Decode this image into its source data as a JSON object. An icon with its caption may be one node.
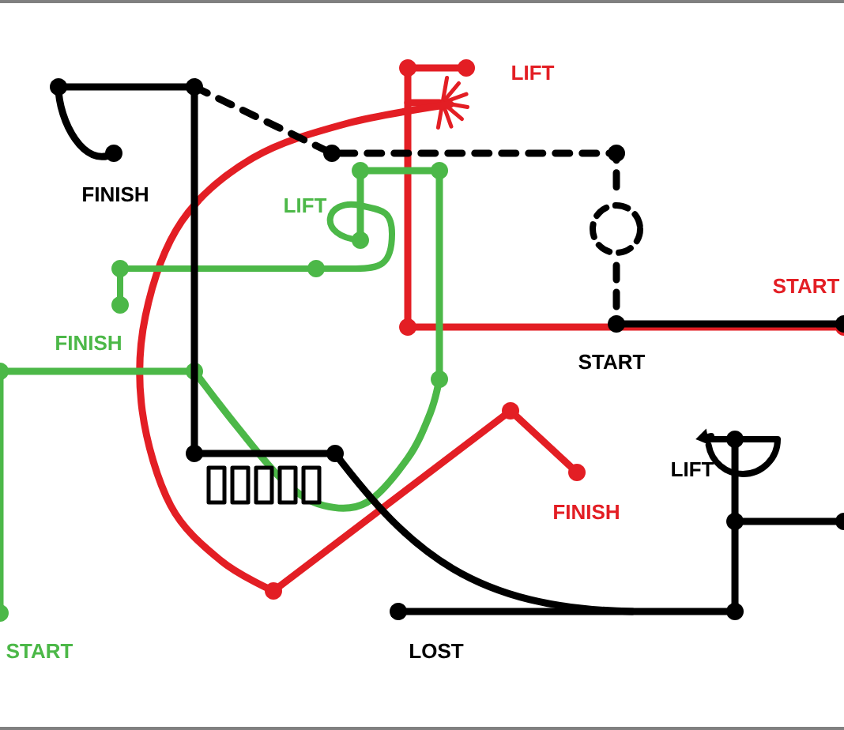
{
  "diagram": {
    "labels": [
      "FINISH",
      "LIFT",
      "LIFT",
      "START",
      "FINISH",
      "START",
      "LIFT",
      "FINISH",
      "START",
      "LOST"
    ]
  }
}
